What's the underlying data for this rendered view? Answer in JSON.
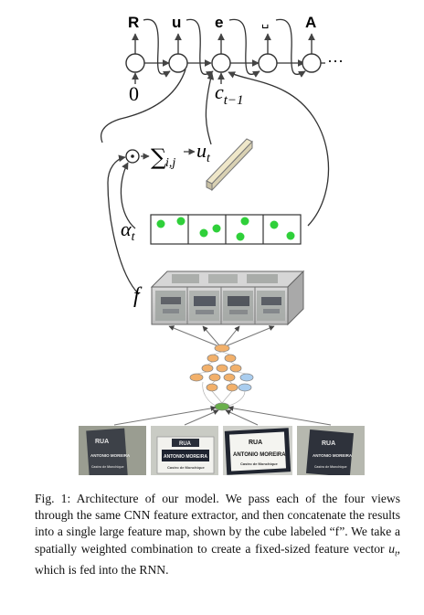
{
  "decoder": {
    "outputs": [
      "R",
      "u",
      "e",
      "␣",
      "A"
    ],
    "ellipsis": "···",
    "initial_input": "0",
    "context_label_main": "c",
    "context_label_sub": "t−1"
  },
  "attention": {
    "sum_symbol": "∑",
    "sum_subscript": "i,j",
    "odot": "⊙",
    "u_main": "u",
    "u_sub": "t",
    "alpha_main": "α",
    "alpha_sub": "t",
    "feature_label": "f"
  },
  "plates": [
    {
      "line1": "RUA",
      "line2": "ANTONIO MOREIRA",
      "line3": "Castro de Monchique"
    },
    {
      "line1": "RUA",
      "line2": "ANTONIO MOREIRA",
      "line3": "Castro de Monchique"
    },
    {
      "line1": "RUA",
      "line2": "ANTONIO MOREIRA",
      "line3": "Castro de Monchique"
    },
    {
      "line1": "RUA",
      "line2": "ANTONIO MOREIRA",
      "line3": "Castro de Monchique"
    }
  ],
  "caption": {
    "prefix": "Fig. 1: Architecture of our model. We pass each of the four views through the same CNN feature extractor, and then concatenate the results into a single large feature map, shown by the cube labeled “f”. We take a spatially weighted combination to create a fixed-sized feature vector ",
    "symbol_main": "u",
    "symbol_sub": "t",
    "suffix": ", which is fed into the RNN."
  },
  "colors": {
    "attention_dot": "#2fd03a",
    "cnn_orange": "#f2b06a",
    "cnn_blue": "#a9cdef",
    "cnn_green": "#6ab04c",
    "arrow": "#555555"
  }
}
